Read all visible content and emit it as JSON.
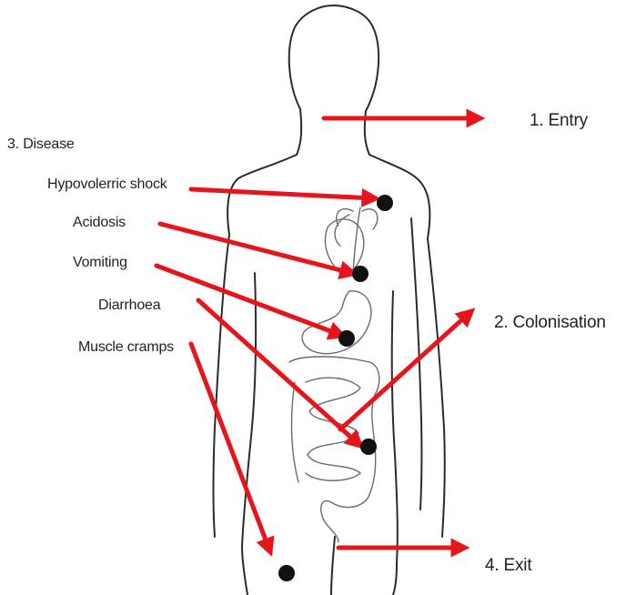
{
  "stages": {
    "entry": "1.  Entry",
    "colonisation": "2. Colonisation",
    "disease": "3. Disease",
    "exit": "4. Exit"
  },
  "symptoms": [
    "Hypovolerric shock",
    "Acidosis",
    "Vomiting",
    "Diarrhoea",
    "Muscle cramps"
  ],
  "colors": {
    "arrow": "#e8141b",
    "dot": "#111111",
    "outline": "#2b2b2b"
  }
}
